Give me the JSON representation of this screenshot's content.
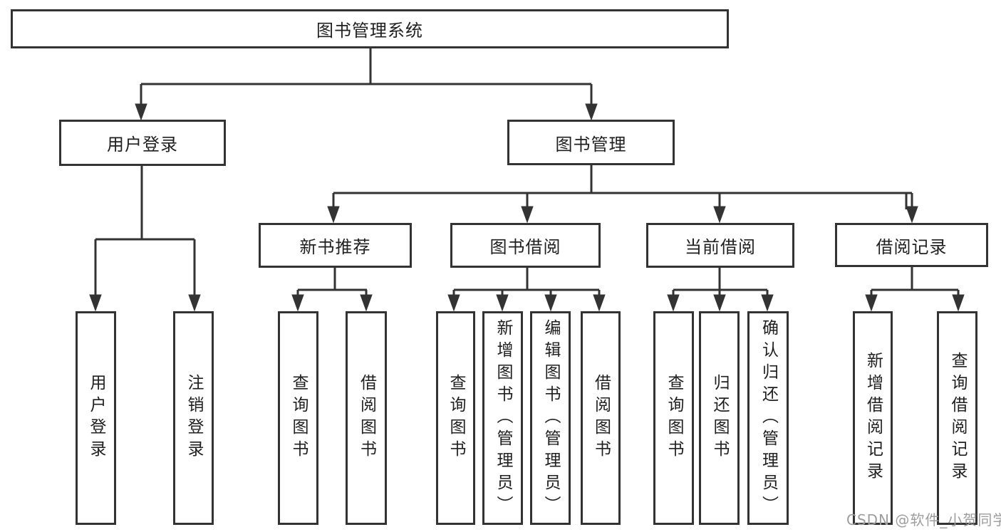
{
  "nodes": {
    "root": "图书管理系统",
    "level2": [
      "用户登录",
      "图书管理"
    ],
    "level3": [
      "新书推荐",
      "图书借阅",
      "当前借阅",
      "借阅记录"
    ],
    "leaves": [
      "用户登录",
      "注销登录",
      "查询图书",
      "借阅图书",
      "查询图书",
      "新增图书（管理员）",
      "编辑图书（管理员）",
      "借阅图书",
      "查询图书",
      "归还图书",
      "确认归还（管理员）",
      "新增借阅记录",
      "查询借阅记录"
    ]
  },
  "watermark": "CSDN @软件_小贺同学",
  "colors": {
    "line": "#333333",
    "text": "#1f1f1f",
    "watermark": "#9d9d9d",
    "background": "#ffffff"
  }
}
